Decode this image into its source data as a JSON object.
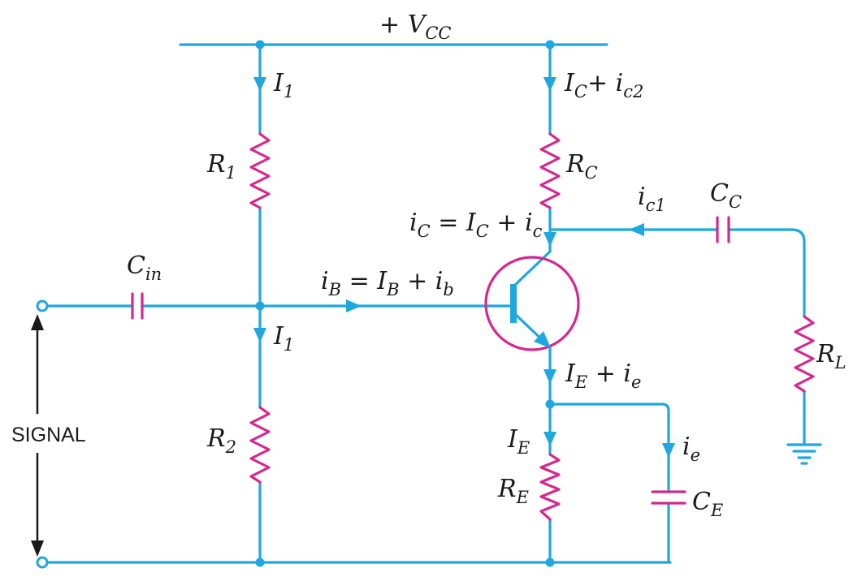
{
  "diagram": {
    "colors": {
      "wire": "#1fa7e0",
      "component": "#d6278f",
      "text": "#1a1a1a",
      "background": "#ffffff"
    },
    "labels": {
      "vcc": {
        "pre": "+ ",
        "main": "V",
        "sub": "CC"
      },
      "i1_top": {
        "main": "I",
        "sub": "1"
      },
      "i1_bottom": {
        "main": "I",
        "sub": "1"
      },
      "r1": {
        "main": "R",
        "sub": "1"
      },
      "r2": {
        "main": "R",
        "sub": "2"
      },
      "rc": {
        "main": "R",
        "sub": "C"
      },
      "re": {
        "main": "R",
        "sub": "E"
      },
      "rl": {
        "main": "R",
        "sub": "L"
      },
      "cin": {
        "main": "C",
        "sub": "in"
      },
      "cc": {
        "main": "C",
        "sub": "C"
      },
      "ce": {
        "main": "C",
        "sub": "E"
      },
      "ic_ic2": {
        "m1": "I",
        "s1": "C",
        "op": "+ ",
        "m2": "i",
        "s2": "c2"
      },
      "ic1": {
        "main": "i",
        "sub": "c1"
      },
      "ic_total": {
        "m1": "i",
        "s1": "C",
        "eq": " = ",
        "m2": "I",
        "s2": "C",
        "op": " + ",
        "m3": "i",
        "s3": "c"
      },
      "ib_total": {
        "m1": "i",
        "s1": "B",
        "eq": " = ",
        "m2": "I",
        "s2": "B",
        "op": " + ",
        "m3": "i",
        "s3": "b"
      },
      "ie_total": {
        "m1": "I",
        "s1": "E",
        "op": " + ",
        "m2": "i",
        "s2": "e"
      },
      "ie_dc": {
        "main": "I",
        "sub": "E"
      },
      "ie_ac": {
        "main": "i",
        "sub": "e"
      },
      "signal": "SIGNAL"
    }
  }
}
